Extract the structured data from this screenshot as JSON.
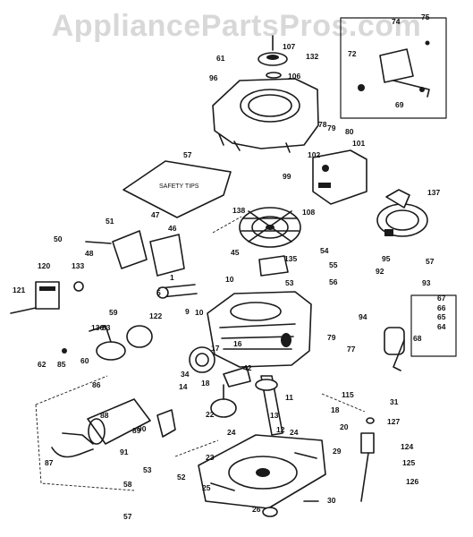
{
  "watermark": "AppliancePartsPros.com",
  "diagram": {
    "filter_plate_text": "SAFETY TIPS",
    "part_labels": [
      "107",
      "132",
      "106",
      "61",
      "96",
      "74",
      "75",
      "72",
      "69",
      "78",
      "79",
      "80",
      "101",
      "102",
      "99",
      "57",
      "108",
      "138",
      "137",
      "57",
      "47",
      "51",
      "50",
      "48",
      "46",
      "135",
      "45",
      "54",
      "55",
      "56",
      "53",
      "95",
      "92",
      "93",
      "120",
      "133",
      "121",
      "5",
      "1",
      "9",
      "10",
      "10",
      "94",
      "67",
      "66",
      "65",
      "64",
      "68",
      "59",
      "122",
      "83",
      "136",
      "62",
      "85",
      "60",
      "16",
      "34",
      "18",
      "14",
      "17",
      "42",
      "79",
      "77",
      "115",
      "11",
      "13",
      "12",
      "31",
      "127",
      "124",
      "125",
      "126",
      "86",
      "88",
      "89",
      "90",
      "87",
      "91",
      "52",
      "53",
      "58",
      "57",
      "22",
      "23",
      "24",
      "24",
      "18",
      "20",
      "29",
      "25",
      "26",
      "30"
    ]
  }
}
